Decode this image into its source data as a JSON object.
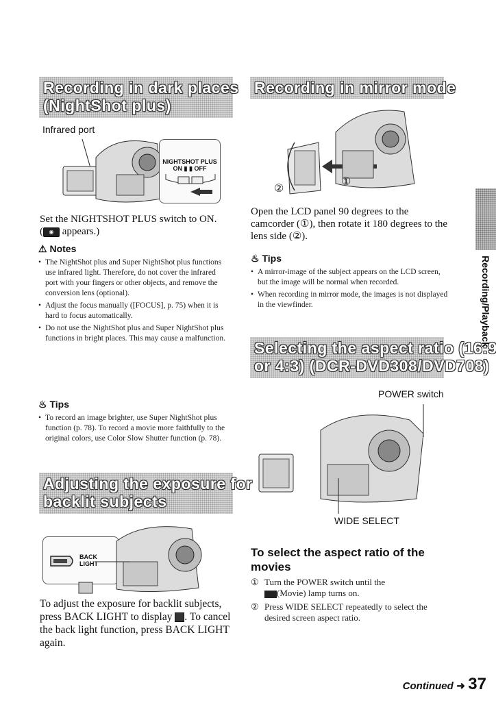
{
  "left": {
    "banner1": {
      "line1": "Recording in dark places",
      "line2": "(NightShot plus)"
    },
    "infrared_label": "Infrared port",
    "switch_label": {
      "line1": "NIGHTSHOT PLUS",
      "on": "ON",
      "off": "OFF"
    },
    "set_text": "Set the NIGHTSHOT PLUS switch to ON.",
    "appears_text": "appears.)",
    "notes_heading": "Notes",
    "notes": [
      "The NightShot plus and Super NightShot plus functions use infrared light. Therefore, do not cover the infrared port with your fingers or other objects, and remove the conversion lens (optional).",
      "Adjust the focus manually ([FOCUS], p. 75) when it is hard to focus automatically.",
      "Do not use the NightShot plus and Super NightShot plus functions in bright places. This may cause a malfunction."
    ],
    "tips_heading": "Tips",
    "tips": [
      "To record an image brighter, use Super NightShot plus function (p. 78). To record a movie more faithfully to the original colors, use Color Slow Shutter function (p. 78)."
    ],
    "banner2": {
      "line1": "Adjusting the exposure for",
      "line2": "backlit subjects"
    },
    "back_light_label": {
      "line1": "BACK",
      "line2": "LIGHT"
    },
    "adjust_text": "To adjust the exposure for backlit subjects, press BACK LIGHT to display",
    "adjust_text2": ". To cancel the back light function, press BACK LIGHT again."
  },
  "right": {
    "banner3": {
      "line1": "Recording in mirror mode"
    },
    "marker1": "①",
    "marker2": "②",
    "open_text": "Open the LCD panel 90 degrees to the camcorder (①), then rotate it 180 degrees to the lens side (②).",
    "tips_heading": "Tips",
    "tips": [
      "A mirror-image of the subject appears on the LCD screen, but the image will be normal when recorded.",
      "When recording in mirror mode, the images is not displayed in the viewfinder."
    ],
    "banner4": {
      "line1": "Selecting the aspect ratio (16:9",
      "line2": "or 4:3) (DCR-DVD308/DVD708)"
    },
    "power_label": "POWER switch",
    "wide_label": "WIDE SELECT",
    "select_heading": "To select the aspect ratio of the movies",
    "steps": [
      {
        "num": "①",
        "text_a": "Turn the POWER switch until the",
        "text_b": "(Movie) lamp turns on."
      },
      {
        "num": "②",
        "text_a": "Press WIDE SELECT repeatedly to select the desired screen aspect ratio.",
        "text_b": ""
      }
    ]
  },
  "side_tab": "Recording/Playback",
  "footer": {
    "continued": "Continued",
    "page_number": "37"
  }
}
